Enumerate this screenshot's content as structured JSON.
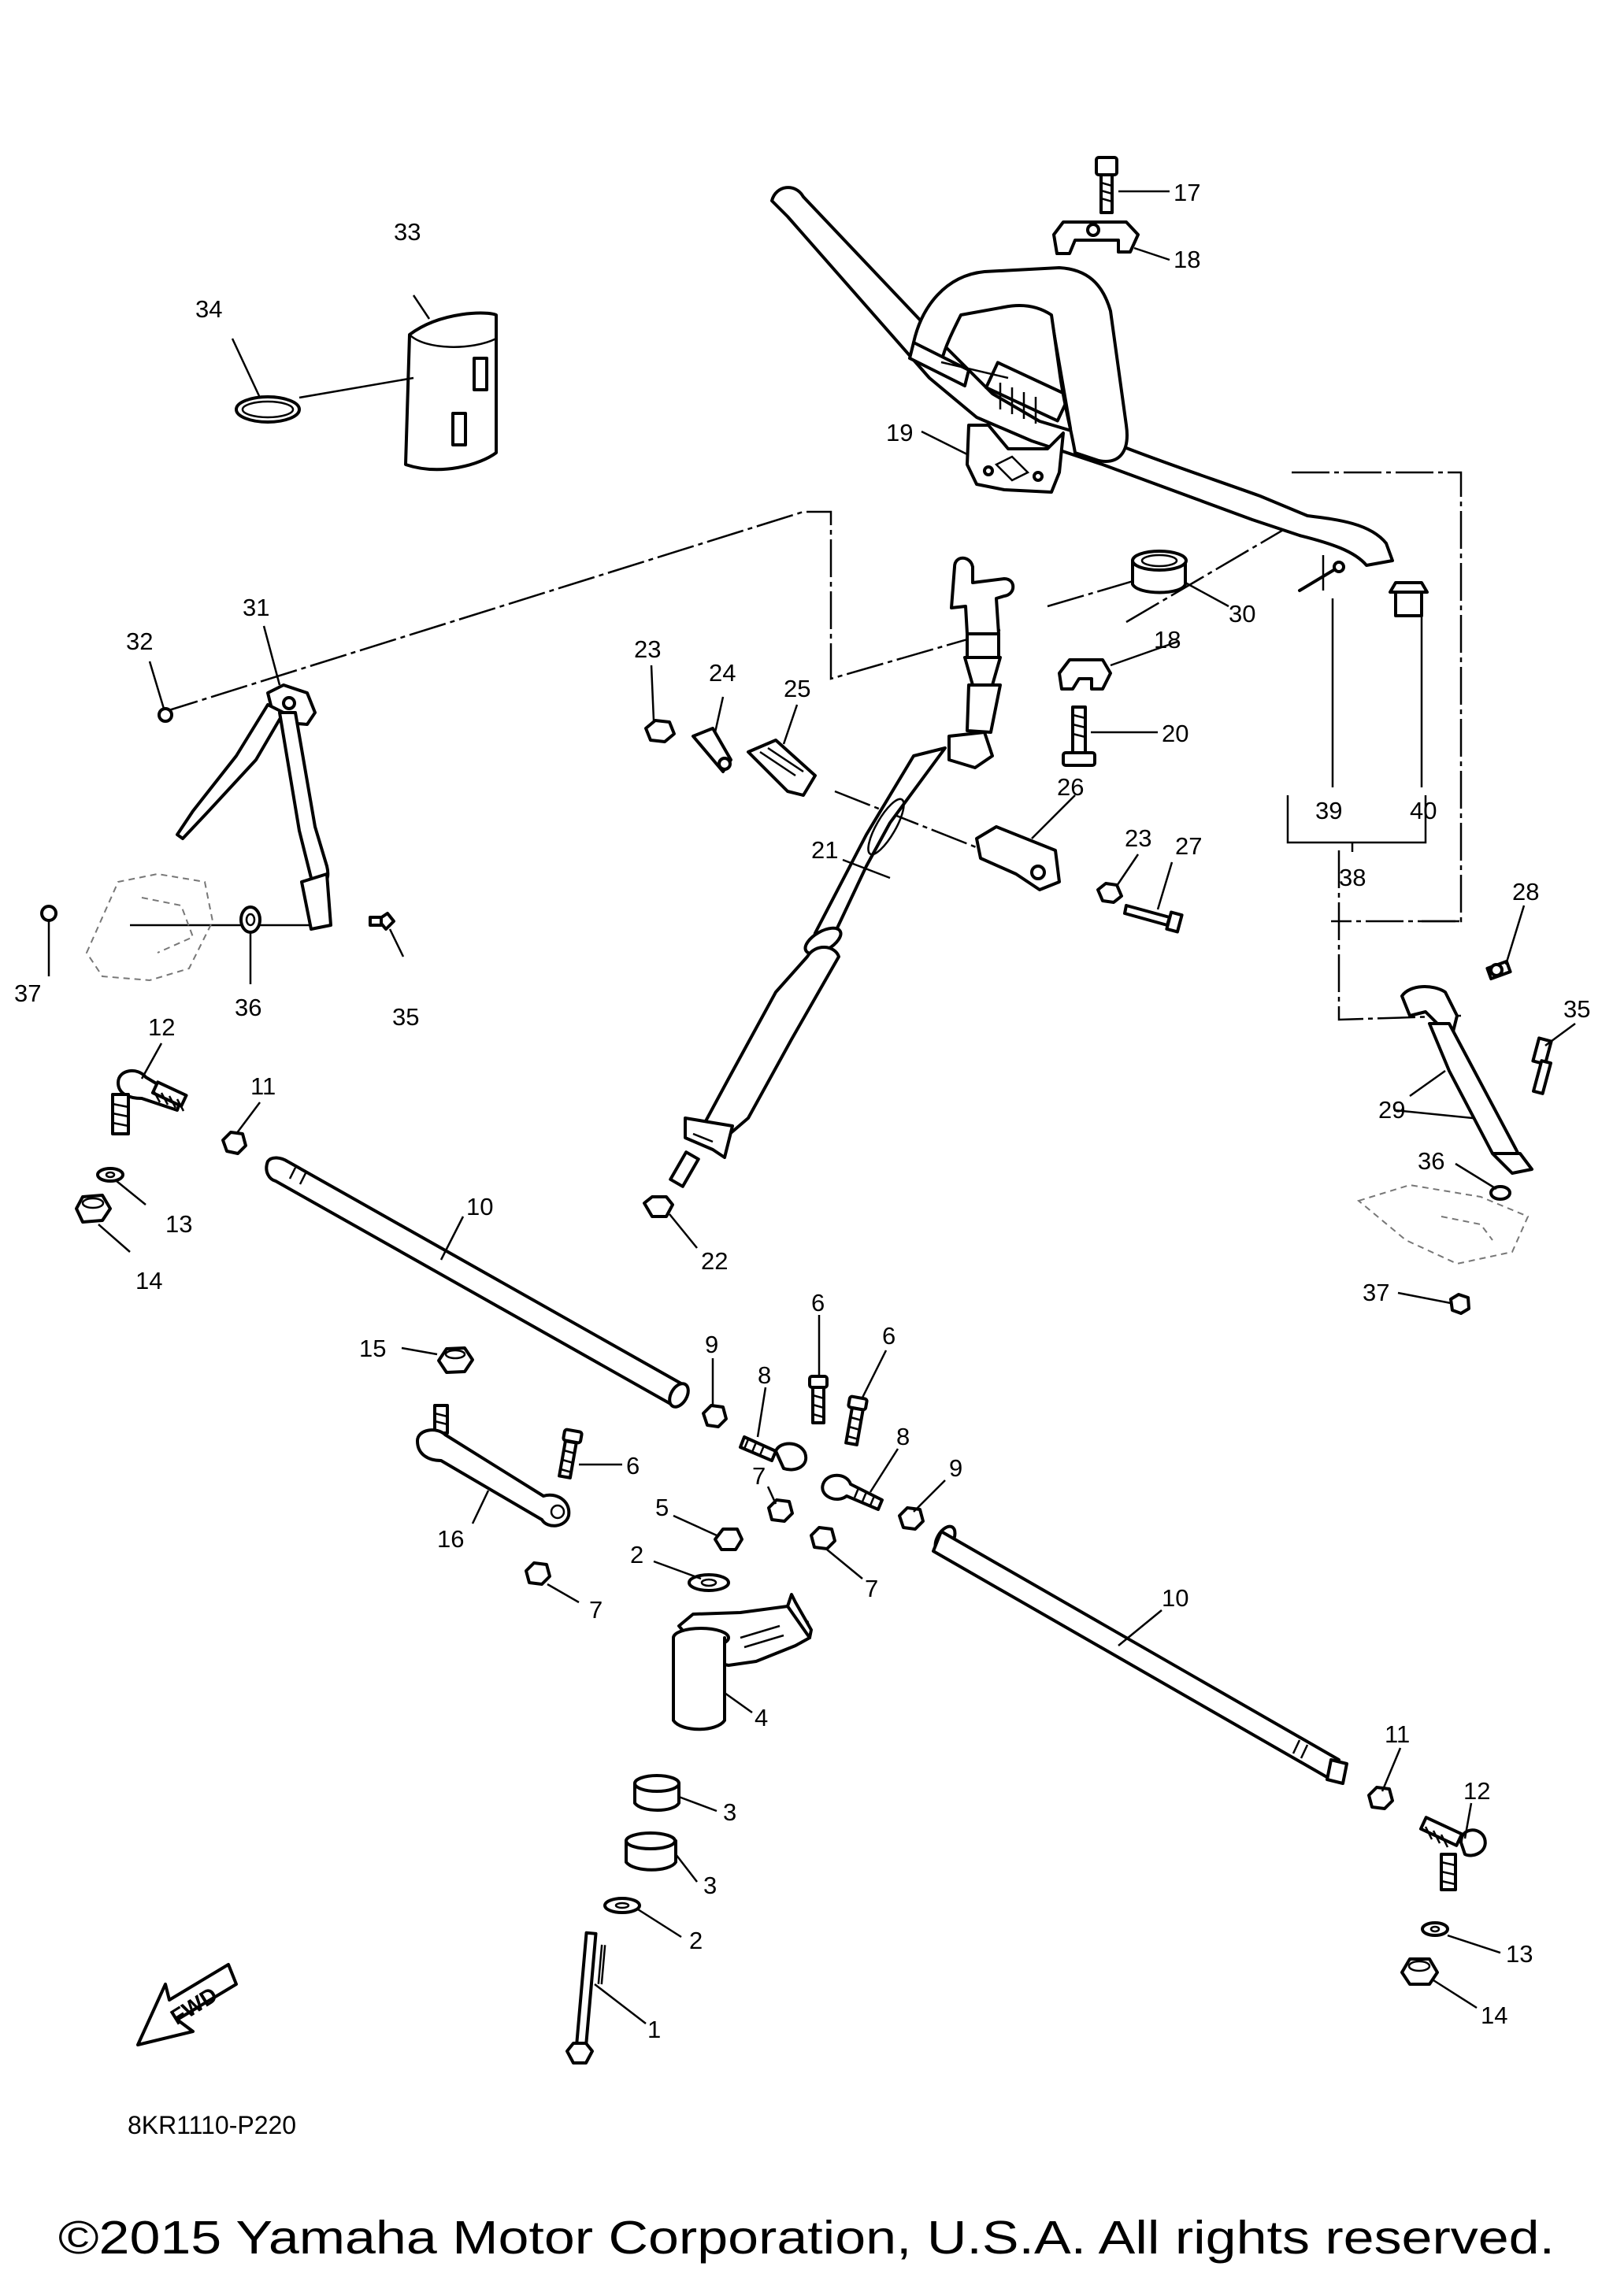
{
  "diagram": {
    "code": "8KR1110-P220",
    "copyright": "©2015 Yamaha Motor Corporation, U.S.A. All rights reserved.",
    "fwd_label": "FWD",
    "callouts": {
      "c1": "1",
      "c2a": "2",
      "c2b": "2",
      "c3a": "3",
      "c3b": "3",
      "c4": "4",
      "c5": "5",
      "c6a": "6",
      "c6b": "6",
      "c6c": "6",
      "c7a": "7",
      "c7b": "7",
      "c7c": "7",
      "c8a": "8",
      "c8b": "8",
      "c9a": "9",
      "c9b": "9",
      "c10a": "10",
      "c10b": "10",
      "c11a": "11",
      "c11b": "11",
      "c12a": "12",
      "c12b": "12",
      "c13a": "13",
      "c13b": "13",
      "c14a": "14",
      "c14b": "14",
      "c15": "15",
      "c16": "16",
      "c17": "17",
      "c18a": "18",
      "c18b": "18",
      "c19": "19",
      "c20": "20",
      "c21": "21",
      "c22": "22",
      "c23a": "23",
      "c23b": "23",
      "c24": "24",
      "c25": "25",
      "c26": "26",
      "c27": "27",
      "c28": "28",
      "c29": "29",
      "c30": "30",
      "c31": "31",
      "c32": "32",
      "c33": "33",
      "c34": "34",
      "c35a": "35",
      "c35b": "35",
      "c36a": "36",
      "c36b": "36",
      "c37a": "37",
      "c37b": "37",
      "c38": "38",
      "c39": "39",
      "c40": "40"
    }
  }
}
